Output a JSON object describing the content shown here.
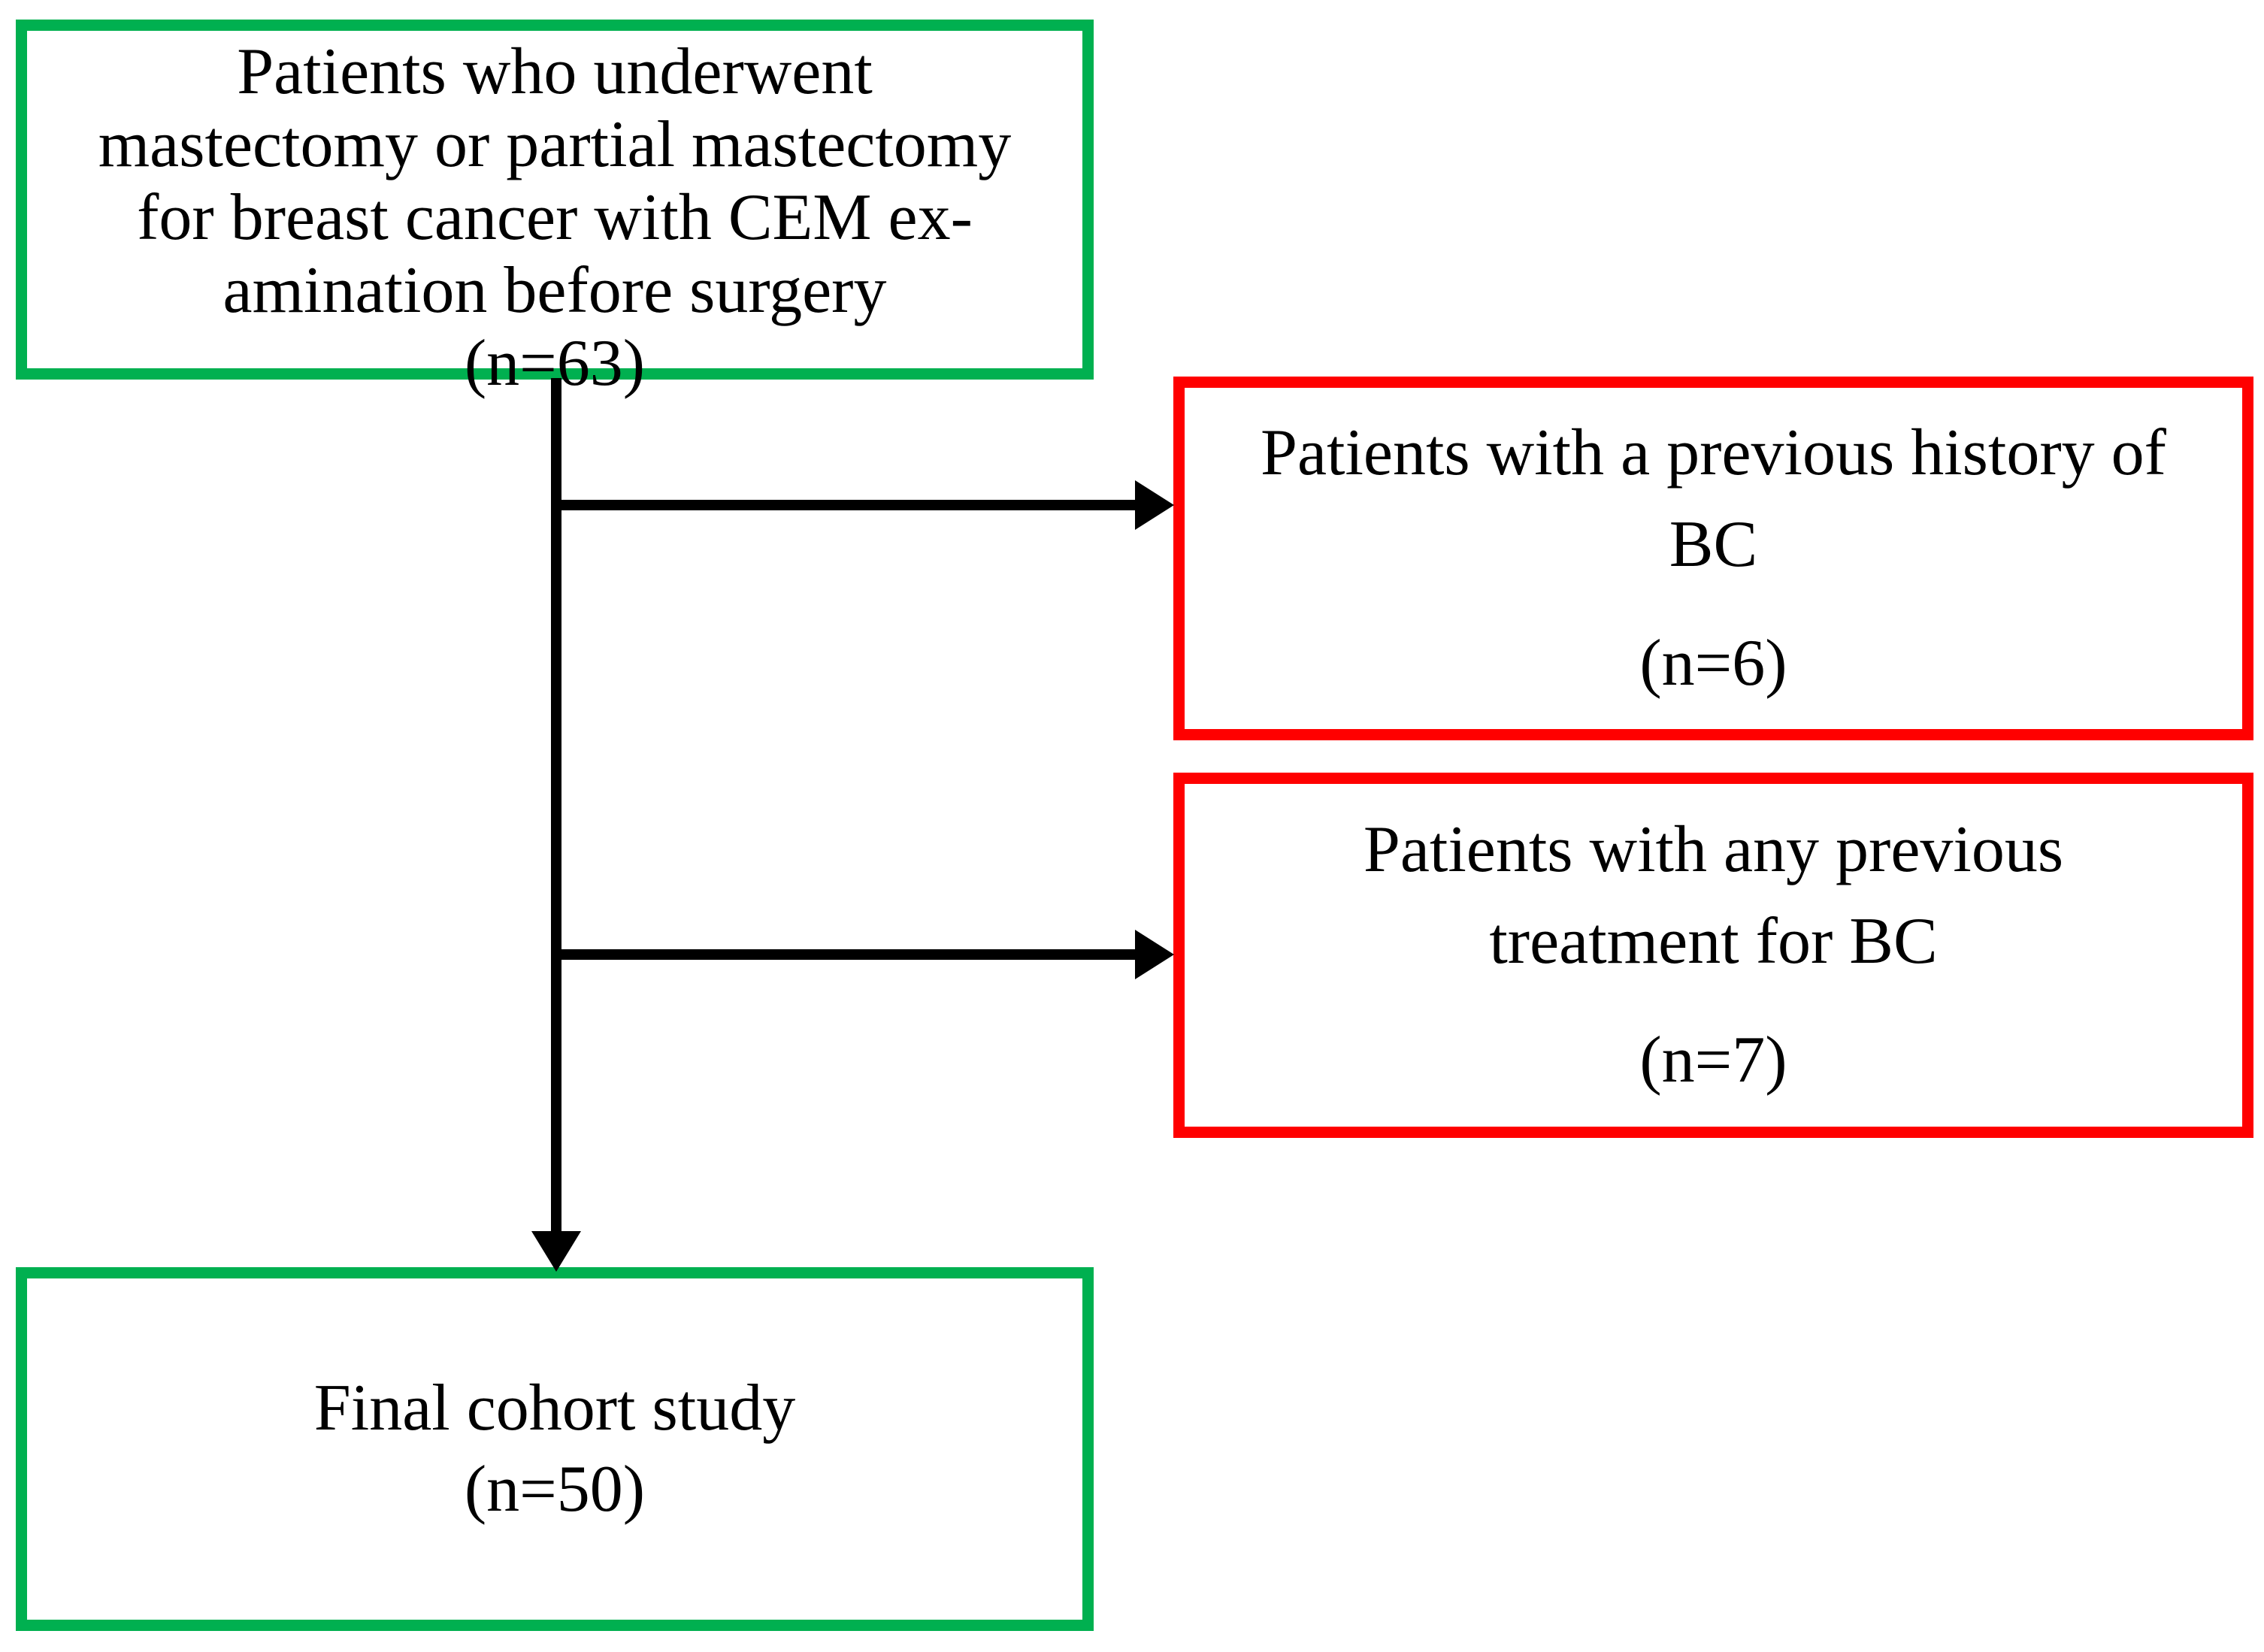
{
  "palette": {
    "inclusion_border": "#00b050",
    "exclusion_border": "#ff0000",
    "connector": "#000000",
    "background": "#ffffff",
    "text": "#000000"
  },
  "diagram": {
    "kind": "patient-flow-diagram",
    "nodes": [
      {
        "id": "initial-cohort",
        "border_color": "#00b050",
        "n": 63,
        "lines": [
          "Patients who underwent",
          "mastectomy or partial mastectomy",
          "for breast cancer with CEM ex-",
          "amination before surgery",
          "(n=63)"
        ]
      },
      {
        "id": "excluded-previous-history",
        "border_color": "#ff0000",
        "n": 6,
        "lines": [
          "Patients with a previous history of",
          "BC",
          "(n=6)"
        ]
      },
      {
        "id": "excluded-previous-treatment",
        "border_color": "#ff0000",
        "n": 7,
        "lines": [
          "Patients with any previous",
          "treatment for BC",
          "(n=7)"
        ]
      },
      {
        "id": "final-cohort",
        "border_color": "#00b050",
        "n": 50,
        "lines": [
          "Final cohort study",
          "(n=50)"
        ]
      }
    ],
    "connectors": {
      "color": "#000000",
      "stem": "initial-cohort to final-cohort",
      "branches": [
        "to excluded-previous-history",
        "to excluded-previous-treatment"
      ]
    }
  }
}
